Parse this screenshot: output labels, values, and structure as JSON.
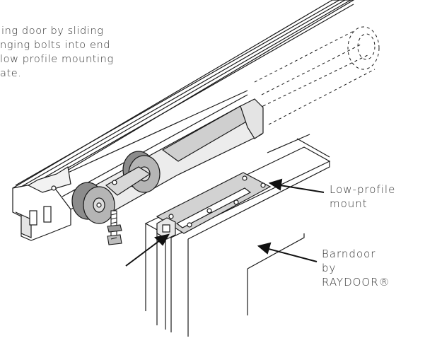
{
  "caption": {
    "line1": "ing door by sliding",
    "line2": "nging bolts into end",
    "line3": "low profile mounting",
    "line4": "ate."
  },
  "labels": {
    "mount_line1": "Low-profile",
    "mount_line2": "mount",
    "barndoor_line1": "Barndoor",
    "barndoor_line2": "by",
    "barndoor_line3": "RAYDOOR®"
  },
  "colors": {
    "line": "#1a1a1a",
    "track_shade": "#e4e4e4",
    "roller_dark": "#8c8c8c",
    "roller_mid": "#b5b5b5",
    "plate_fill": "#d2d2d2",
    "text": "#333333"
  }
}
